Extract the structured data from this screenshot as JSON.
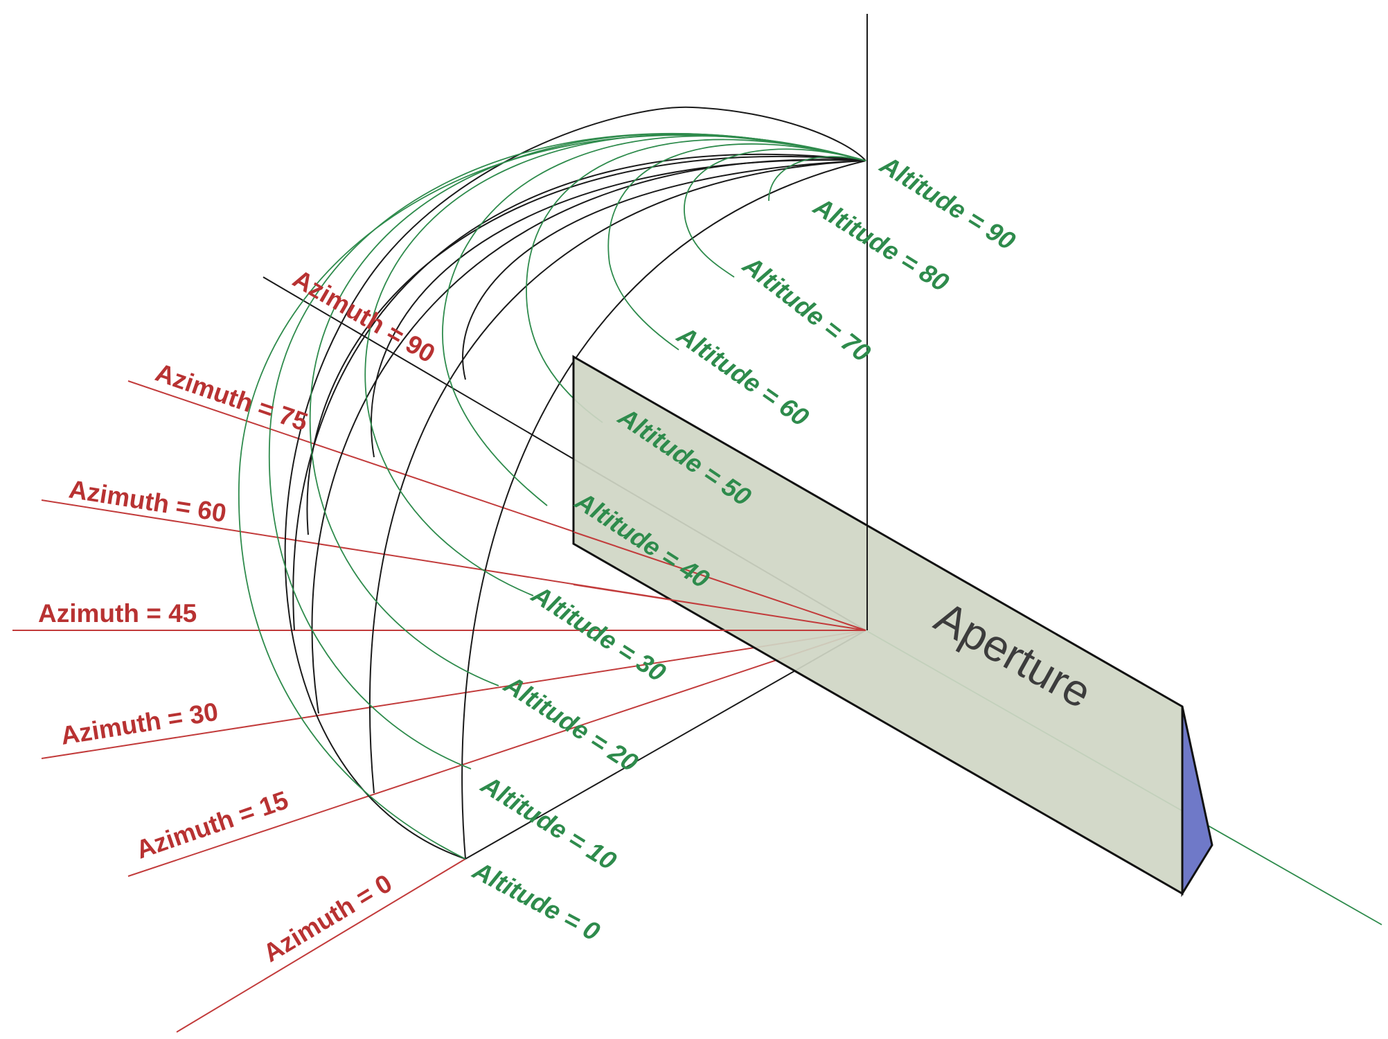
{
  "aperture": {
    "label": "Aperture",
    "face_color": "#cfd6c4",
    "side_color": "#6f79c8"
  },
  "colors": {
    "altitude": "#2e8b4c",
    "azimuth": "#b83232",
    "grid": "#1a1a1a"
  },
  "altitude_labels": [
    "Altitude = 90",
    "Altitude = 80",
    "Altitude = 70",
    "Altitude = 60",
    "Altitude = 50",
    "Altitude = 40",
    "Altitude = 30",
    "Altitude = 20",
    "Altitude = 10",
    "Altitude = 0"
  ],
  "azimuth_labels": [
    "Azimuth = 90",
    "Azimuth = 75",
    "Azimuth = 60",
    "Azimuth = 45",
    "Azimuth = 30",
    "Azimuth = 15",
    "Azimuth = 0"
  ]
}
